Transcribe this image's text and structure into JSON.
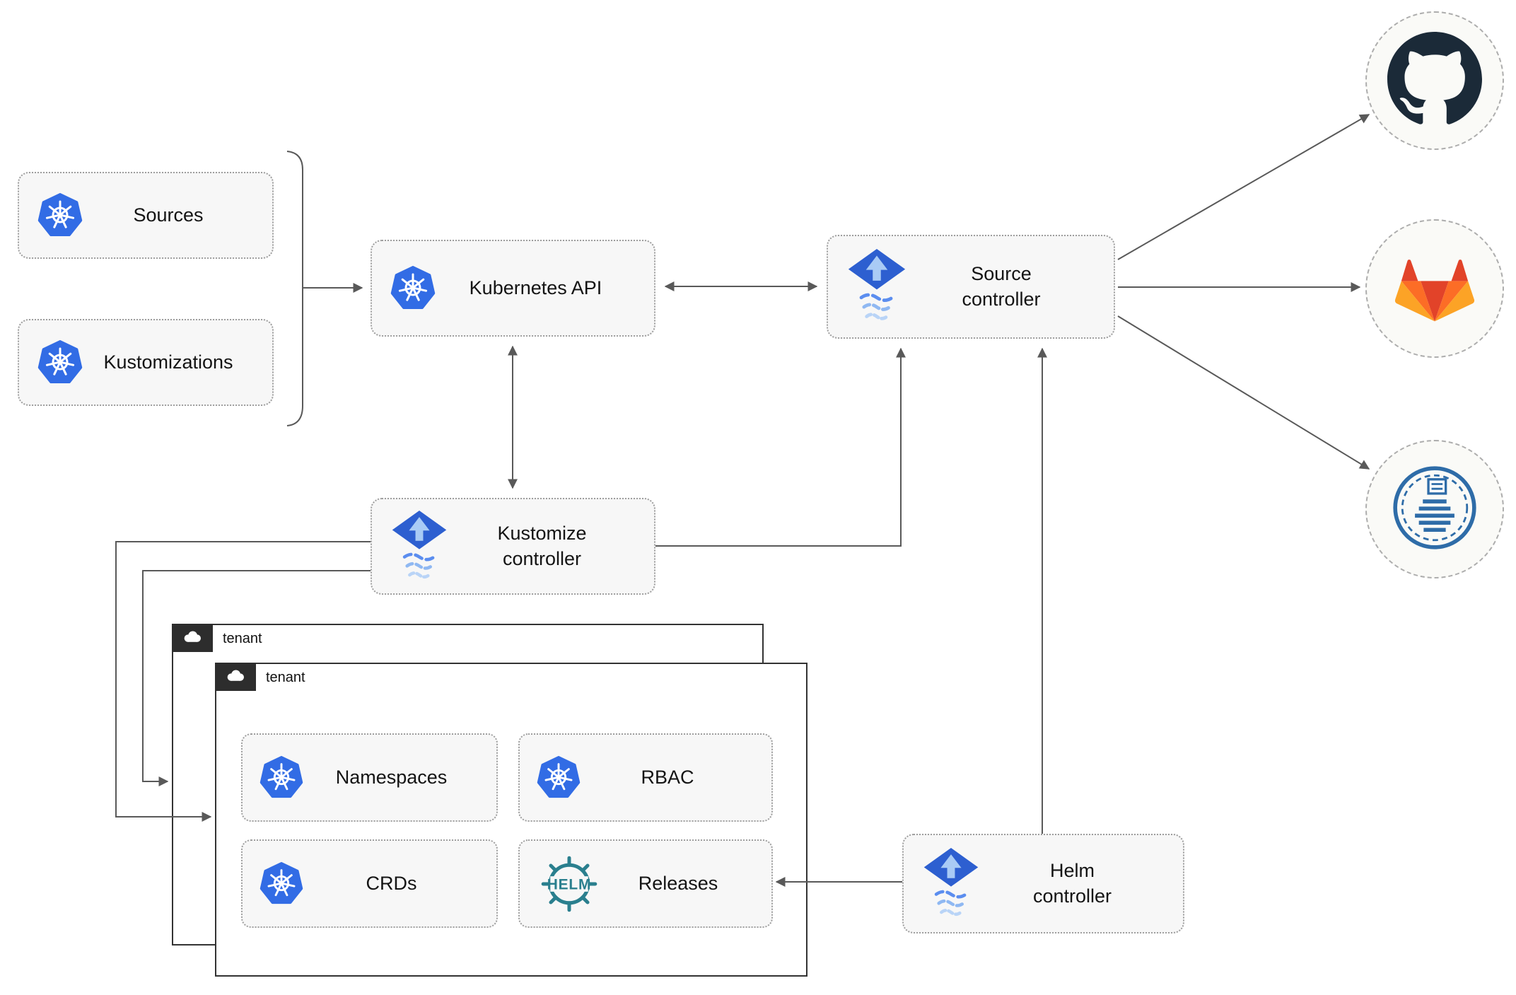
{
  "nodes": {
    "sources": "Sources",
    "kustomizations": "Kustomizations",
    "kubernetes_api": "Kubernetes API",
    "source_controller": "Source controller",
    "kustomize_controller": "Kustomize controller",
    "helm_controller": "Helm controller",
    "tenant_back": "tenant",
    "tenant_front": "tenant",
    "namespaces": "Namespaces",
    "rbac": "RBAC",
    "crds": "CRDs",
    "releases": "Releases"
  },
  "helm_logo_text": "HELM",
  "icons": {
    "kubernetes": "kubernetes-icon",
    "flux": "flux-icon",
    "helm_wheel": "helm-icon",
    "github": "github-icon",
    "gitlab": "gitlab-icon",
    "harbor": "harbor-registry-icon",
    "cloud": "cloud-icon"
  },
  "colors": {
    "kubernetes_blue": "#326CE5",
    "flux_blue": "#2D5FD0",
    "flux_light_blue": "#A9CBF5",
    "helm_teal": "#2A7F8E",
    "github_dark": "#1B2A38",
    "gitlab_red": "#E24329",
    "gitlab_orange": "#FC6D26",
    "gitlab_yellow": "#FCA326",
    "harbor_blue": "#2E6CA8",
    "arrow_gray": "#595959",
    "node_fill": "#F7F7F7",
    "node_border": "#9E9E9E",
    "tenant_border": "#333333",
    "tenant_tab_bg": "#2D2D2D"
  },
  "edges": [
    {
      "from": "sources / kustomizations",
      "to": "kubernetes_api",
      "type": "arrow"
    },
    {
      "from": "kubernetes_api",
      "to": "source_controller",
      "type": "bidirectional"
    },
    {
      "from": "kubernetes_api",
      "to": "kustomize_controller",
      "type": "bidirectional"
    },
    {
      "from": "kustomize_controller",
      "to": "source_controller",
      "type": "arrow"
    },
    {
      "from": "helm_controller",
      "to": "source_controller",
      "type": "arrow"
    },
    {
      "from": "source_controller",
      "to": "github",
      "type": "arrow"
    },
    {
      "from": "source_controller",
      "to": "gitlab",
      "type": "arrow"
    },
    {
      "from": "source_controller",
      "to": "harbor",
      "type": "arrow"
    },
    {
      "from": "helm_controller",
      "to": "releases",
      "type": "arrow"
    },
    {
      "from": "kustomize_controller",
      "to": "tenant_front",
      "type": "arrow"
    },
    {
      "from": "kustomize_controller",
      "to": "tenant_back",
      "type": "arrow"
    }
  ]
}
